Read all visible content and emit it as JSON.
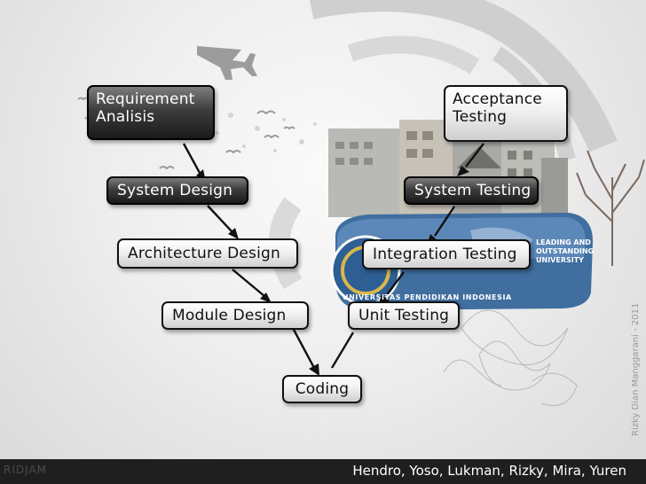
{
  "boxes": {
    "requirement": {
      "line1": "Requirement",
      "line2": "Analisis"
    },
    "acceptance": {
      "line1": "Acceptance",
      "line2": "Testing"
    },
    "system_design": "System Design",
    "system_testing": "System Testing",
    "architecture_design": "Architecture Design",
    "integration_testing": "Integration Testing",
    "module_design": "Module Design",
    "unit_testing": "Unit Testing",
    "coding": "Coding"
  },
  "background": {
    "logo_text": "UNIVERSITAS PENDIDIKAN INDONESIA",
    "motto": [
      "LEADING AND",
      "OUTSTANDING",
      "UNIVERSITY"
    ]
  },
  "footer": {
    "brand": "RIDJAM",
    "credits": "Hendro, Yoso, Lukman, Rizky, Mira, Yuren"
  },
  "side_text": "Rizky Dian Manggarani - 2011",
  "colors": {
    "dark_box": "#2b2b2b",
    "light_box": "#f2f2f2",
    "arrow": "#111111",
    "footer": "#1f1f1f"
  }
}
